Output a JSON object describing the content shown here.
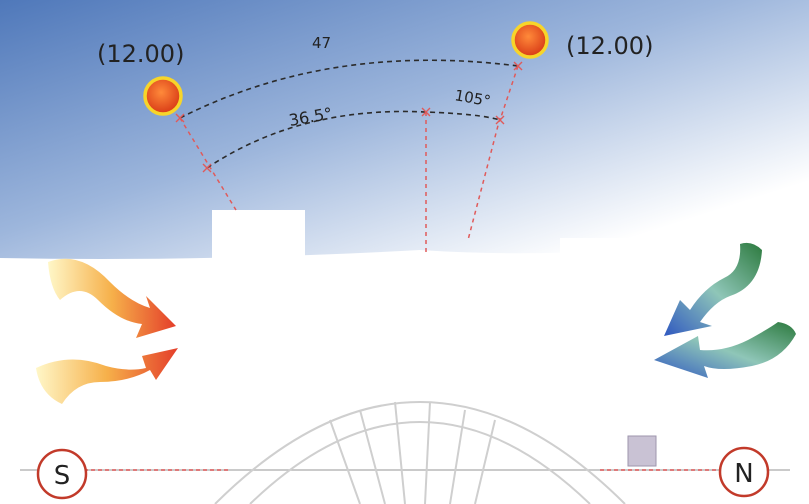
{
  "sun_left": {
    "time_label": "(12.00)"
  },
  "sun_right": {
    "time_label": "(12.00)"
  },
  "angles": {
    "outer_arc_label": "47",
    "inner_left_label": "36.5°",
    "inner_right_label": "105°"
  },
  "compass": {
    "south_label": "S",
    "north_label": "N"
  },
  "colors": {
    "sky_top": "#5f86c4",
    "sky_bottom": "#ffffff",
    "sun_fill": "#e8521c",
    "sun_rim": "#f7d52a",
    "guide_line": "#e05a5a",
    "arc_line": "#2b2b2b",
    "warm_arrow": "#e8502a",
    "cool_arrow_top": "#2f7a4a",
    "cool_arrow_bottom": "#2f5fb8",
    "compass_ring": "#c23a2a"
  },
  "icons": {
    "sun": "sun-icon",
    "warm_wind": "warm-wind-arrow-icon",
    "cool_wind": "cool-wind-arrow-icon",
    "compass": "compass-circle-icon"
  }
}
